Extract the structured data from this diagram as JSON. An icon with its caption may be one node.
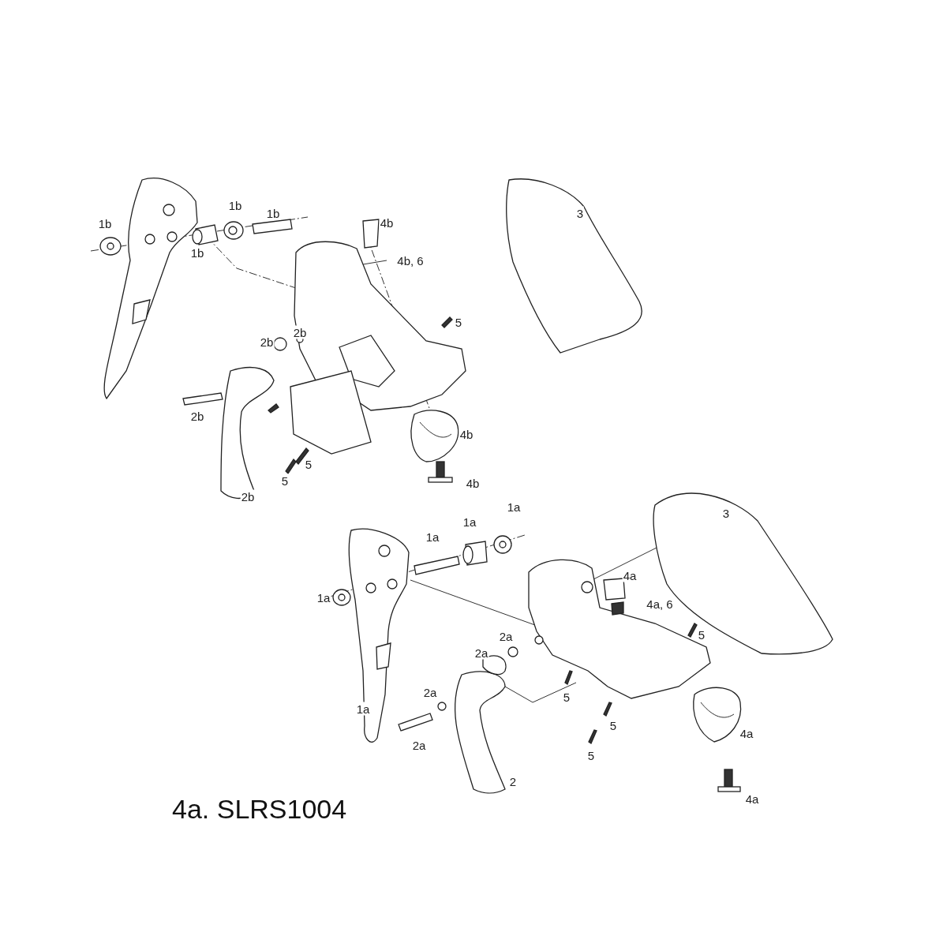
{
  "diagram": {
    "caption": "4a. SLRS1004",
    "labels": [
      "1b",
      "1b",
      "4b",
      "1b",
      "3",
      "1b",
      "4b, 6",
      "5",
      "2b",
      "2b",
      "2b",
      "4b",
      "5",
      "4b",
      "5",
      "2b",
      "1a",
      "3",
      "1a",
      "1a",
      "4a",
      "1a",
      "4a, 6",
      "5",
      "2a",
      "2a",
      "2a",
      "5",
      "1a",
      "5",
      "4a",
      "2a",
      "5",
      "2",
      "4a"
    ]
  }
}
